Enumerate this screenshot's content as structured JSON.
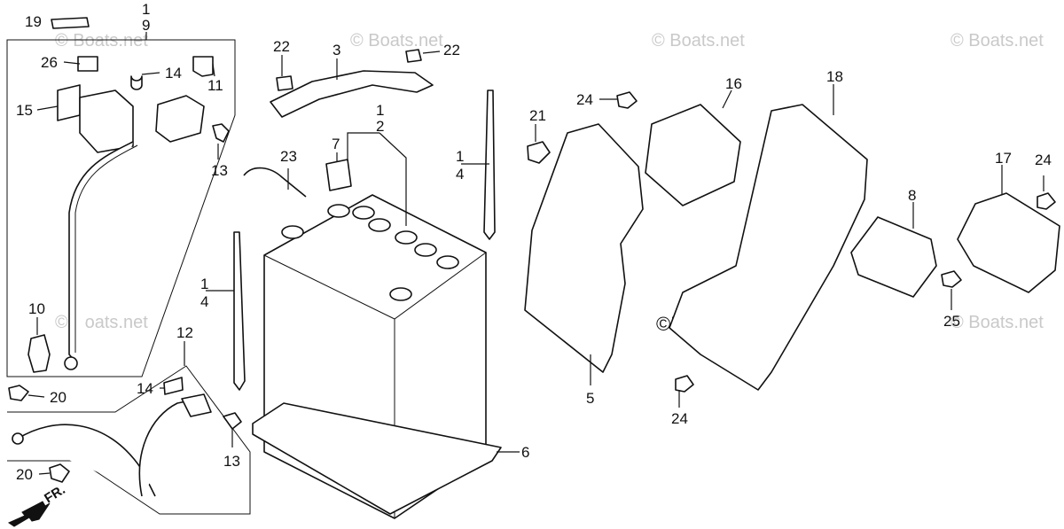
{
  "watermark": {
    "text": "© Boats.net",
    "prominent_text": "©Boats.net"
  },
  "callouts": {
    "c19": "19",
    "c1a": "1",
    "c9": "9",
    "c26": "26",
    "c14a": "14",
    "c11": "11",
    "c15": "15",
    "c13a": "13",
    "c10": "10",
    "c20a": "20",
    "c12": "12",
    "c14b": "14",
    "c13b": "13",
    "c20b": "20",
    "c22a": "22",
    "c3": "3",
    "c22b": "22",
    "c1b": "1",
    "c2": "2",
    "c7": "7",
    "c23": "23",
    "c1c": "1",
    "c4a": "4",
    "c1d": "1",
    "c4b": "4",
    "c24a": "24",
    "c21": "21",
    "c16": "16",
    "c18": "18",
    "c5": "5",
    "c6": "6",
    "c24b": "24",
    "c8": "8",
    "c17": "17",
    "c24c": "24",
    "c25": "25"
  },
  "direction_arrow": {
    "label": "FR."
  },
  "icons": {
    "direction": "front-direction-arrow-icon"
  }
}
